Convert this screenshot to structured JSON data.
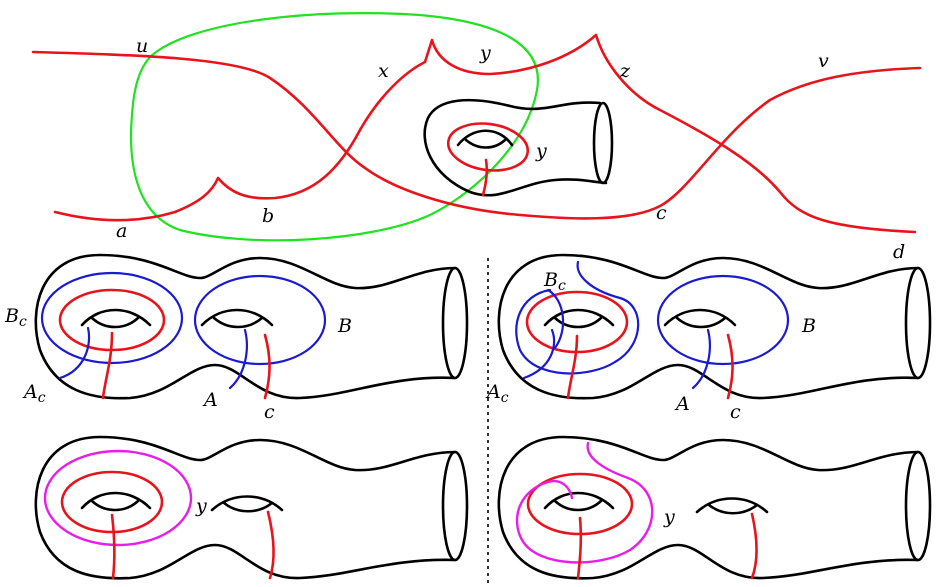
{
  "colors": {
    "arc": "#e8141c",
    "boundary_curve": "#1a1ad0",
    "loop": "#22e022",
    "result_curve": "#e81ee8",
    "surface": "#000000"
  },
  "labels": {
    "top": {
      "u": "u",
      "x": "x",
      "y_top": "y",
      "z": "z",
      "v": "v",
      "a": "a",
      "b": "b",
      "c": "c",
      "y_handle": "y"
    },
    "middle_left": {
      "B_c": "B",
      "B_c_sub": "c",
      "A_c": "A",
      "A_c_sub": "c",
      "B": "B",
      "A": "A",
      "c": "c"
    },
    "middle_right": {
      "d": "d",
      "B_c": "B",
      "B_c_sub": "c",
      "A_c": "A",
      "A_c_sub": "c",
      "B": "B",
      "A": "A",
      "c": "c"
    },
    "bottom_left": {
      "y": "y"
    },
    "bottom_right": {
      "y": "y"
    }
  }
}
